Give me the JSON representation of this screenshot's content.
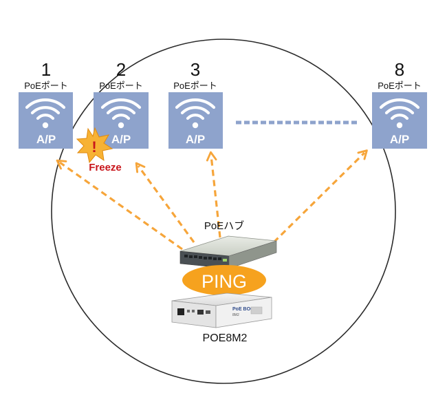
{
  "ports": [
    {
      "number": "1",
      "label": "PoEポート",
      "ap_text": "A/P"
    },
    {
      "number": "2",
      "label": "PoEポート",
      "ap_text": "A/P"
    },
    {
      "number": "3",
      "label": "PoEポート",
      "ap_text": "A/P"
    },
    {
      "number": "8",
      "label": "PoEポート",
      "ap_text": "A/P"
    }
  ],
  "freeze": {
    "mark": "!",
    "label": "Freeze"
  },
  "hub": {
    "label": "PoEハブ"
  },
  "ping": {
    "label": "PING"
  },
  "device": {
    "label": "POE8M2",
    "brand": "PoE BOOT",
    "model": "8M2"
  },
  "colors": {
    "ap_box": "#8ea3cc",
    "arrow": "#f6a53a",
    "ping": "#f6a21e",
    "freeze_burst": "#f7b234",
    "freeze_text": "#c8151b",
    "dotted_line": "#8ea3cc"
  }
}
